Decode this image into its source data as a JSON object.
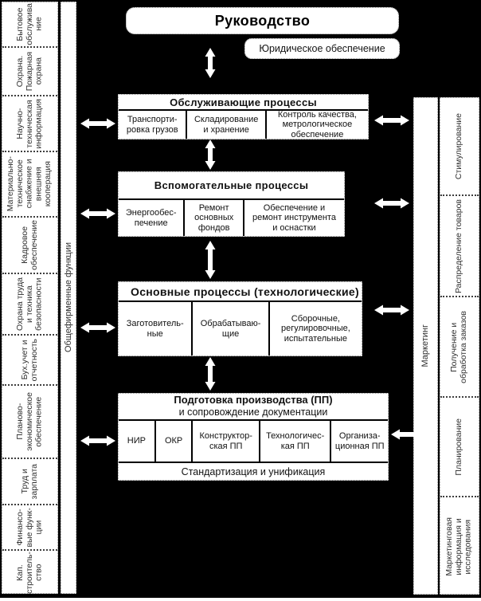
{
  "colors": {
    "background": "#000000",
    "box_fill": "#ffffff",
    "box_text": "#000000",
    "sidebar_text": "#2f2f2f",
    "divider": "#000000"
  },
  "icons": {
    "double_arrow_horizontal": "⇔",
    "double_arrow_vertical": "⇕"
  },
  "top": {
    "management_label": "Руководство",
    "legal_label": "Юридическое обеспечение"
  },
  "sections": [
    {
      "title": "Обслуживающие процессы",
      "cells": [
        "Транспорти-\nровка грузов",
        "Складирование\nи хранение",
        "Контроль качества,\nметрологическое\nобеспечение"
      ]
    },
    {
      "title": "Вспомогательные процессы",
      "cells": [
        "Энергообес-\nпечение",
        "Ремонт\nосновных\nфондов",
        "Обеспечение и\nремонт инструмента\nи оснастки"
      ]
    },
    {
      "title": "Основные процессы (технологические)",
      "cells": [
        "Заготовитель-\nные",
        "Обрабатываю-\nщие",
        "Сборочные,\nрегулировочные,\nиспытательные"
      ]
    },
    {
      "title": "Подготовка производства (ПП)",
      "subtitle": "и сопровождение документации",
      "cells": [
        "НИР",
        "ОКР",
        "Конструктор-\nская ПП",
        "Технологичес-\nкая ПП",
        "Организа-\nционная ПП"
      ],
      "footer": "Стандартизация и унификация"
    }
  ],
  "left_sidebar": {
    "group_label": "Общефирменные функции",
    "items": [
      "Бытовое\nобслужива\nние",
      "Охрана.\nПожарная\nохрана",
      "Научно-\nтехническая\nинформация",
      "Материально-\nтехническое\nснабжение и\nвнешняя\nкооперация",
      "Кадровое\nобеспечение",
      "Охрана труда\nи техника\nбезопасности",
      "Бух.учет и\nотчетность",
      "Планово-\nэкономическое\nобеспечение",
      "Труд и\nзарплата",
      "Финансо-\nвые функ-\nции",
      "Кап.\nстроитель-\nство"
    ]
  },
  "right_sidebar": {
    "group_label": "Маркетинг",
    "items": [
      "Стимулирование",
      "Распределение товаров",
      "Получение и\nобработка заказов",
      "Планирование",
      "Маркетинговая\nинформация и\nисследования"
    ]
  }
}
